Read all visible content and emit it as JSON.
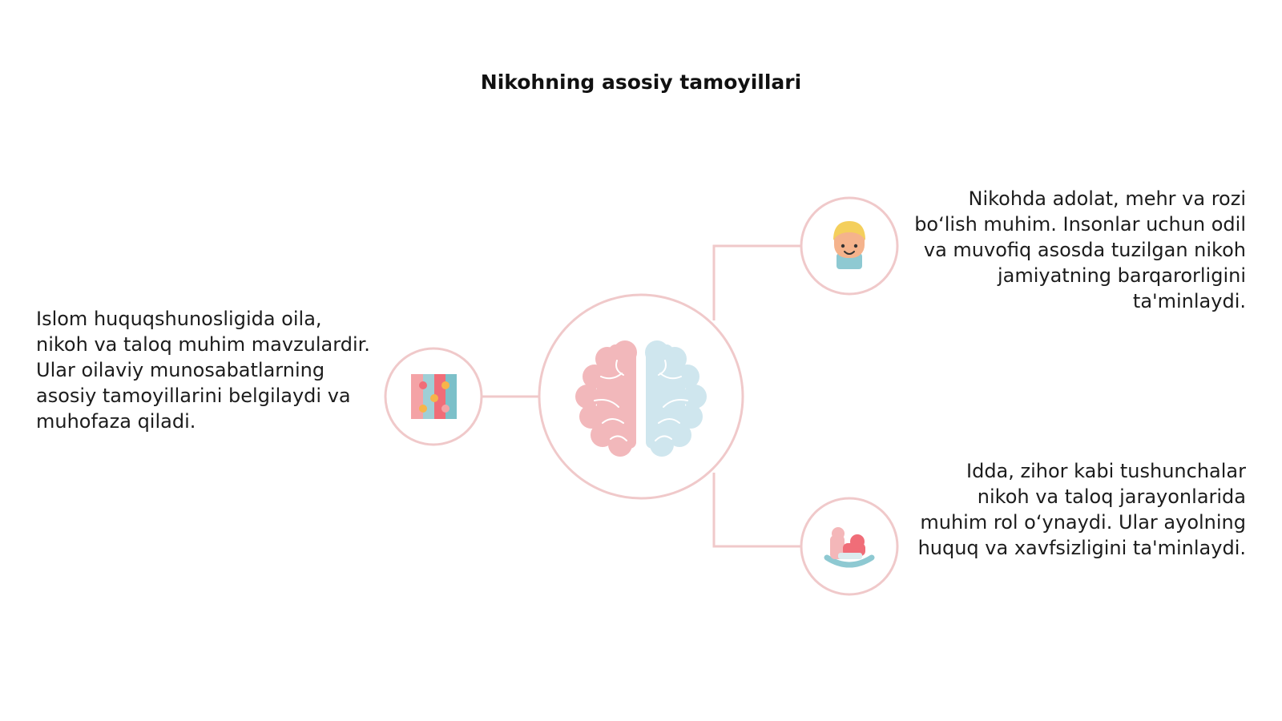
{
  "title": "Nikohning asosiy tamoyillari",
  "colors": {
    "ring": "#f0c9ca",
    "connector": "#f0c9ca",
    "brain_left": "#f2b8bb",
    "brain_right": "#cfe6ee"
  },
  "nodes": {
    "center": {
      "icon": "brain-icon"
    },
    "left": {
      "icon": "puzzle-blocks-icon",
      "text": "Islom huquqshunosligida oila, nikoh va taloq muhim mavzulardir. Ular oilaviy munosabatlarning asosiy tamoyillarini belgilaydi va muhofaza qiladi."
    },
    "right_top": {
      "icon": "child-face-icon",
      "text": "Nikohda adolat, mehr va rozi bo‘lish muhim. Insonlar uchun odil va muvofiq asosda tuzilgan nikoh jamiyatning barqarorligini ta'minlaydi."
    },
    "right_bottom": {
      "icon": "rocking-horse-icon",
      "text": "Idda, zihor kabi tushunchalar nikoh va taloq jarayonlarida muhim rol o‘ynaydi. Ular ayolning huquq va xavfsizligini ta'minlaydi."
    }
  }
}
